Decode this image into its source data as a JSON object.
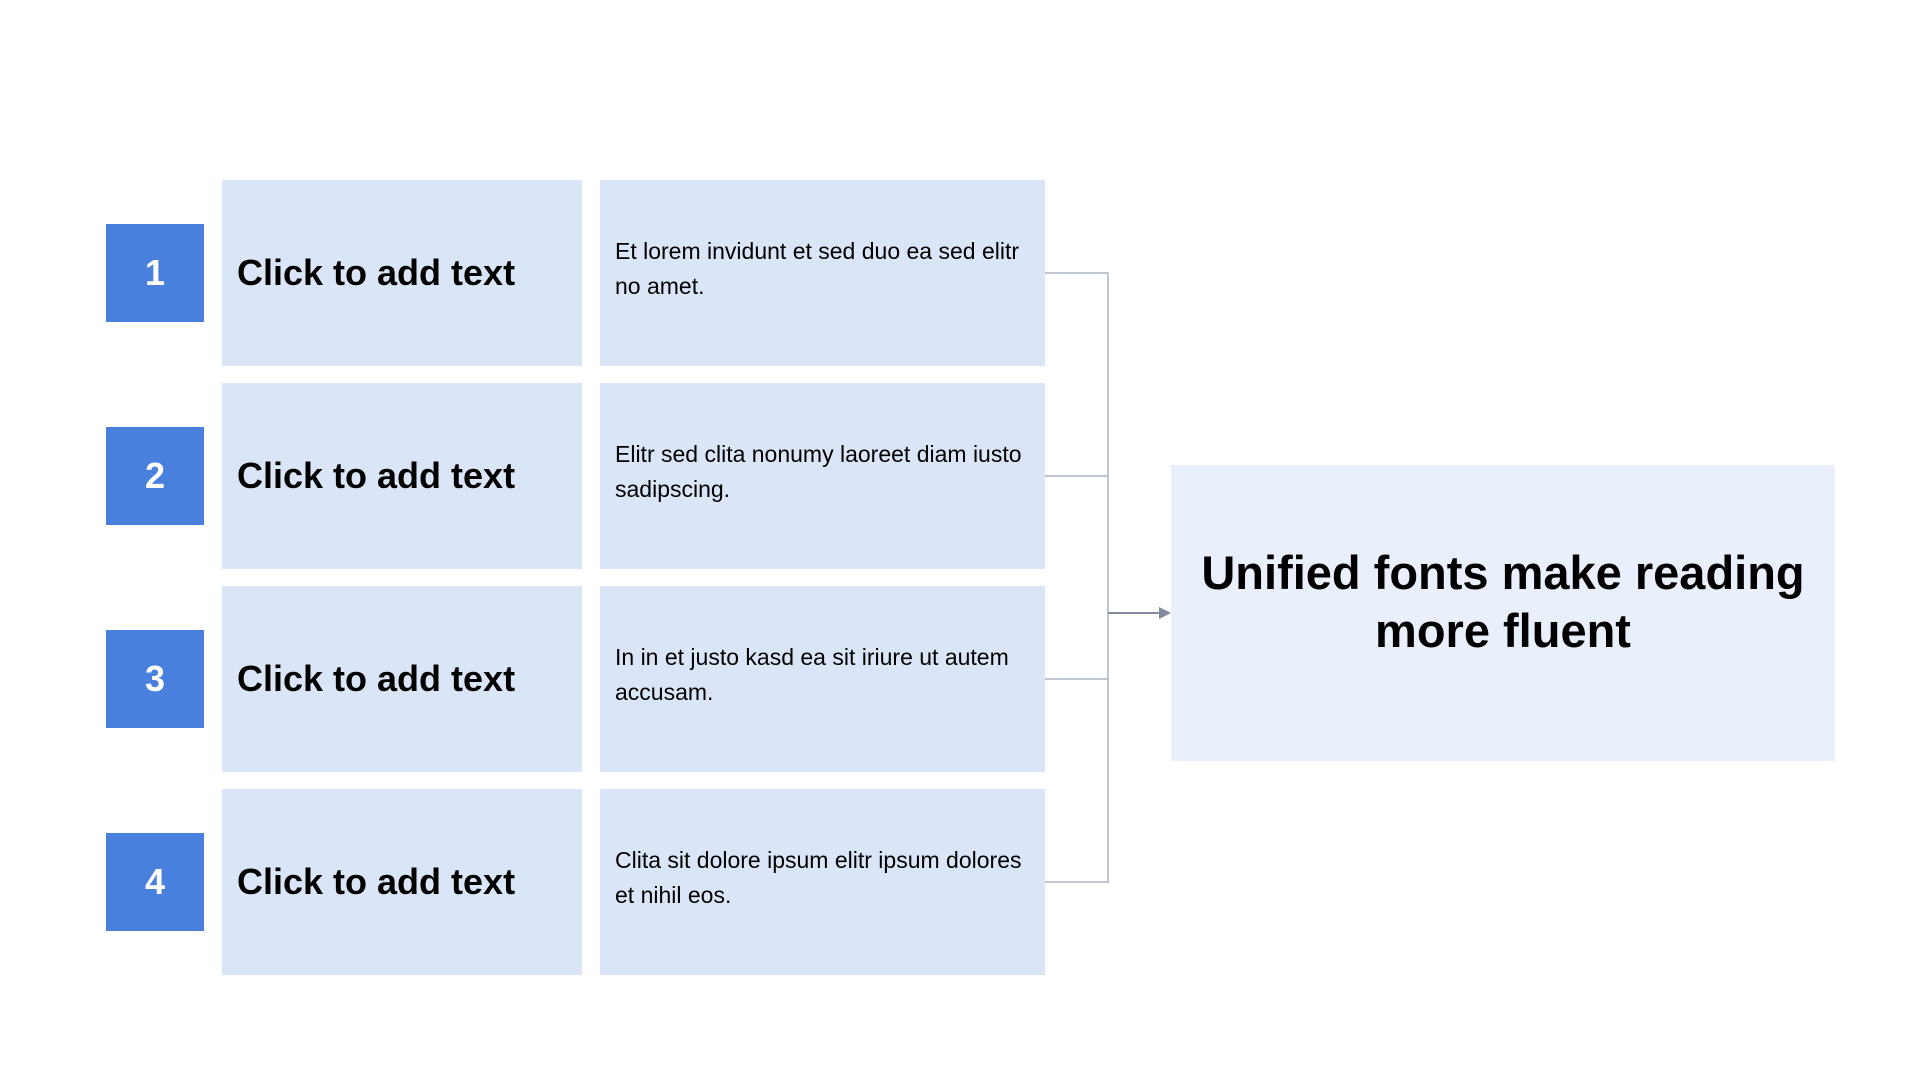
{
  "items": [
    {
      "number": "1",
      "title": "Click to add text",
      "description": "Et lorem invidunt et sed duo ea sed elitr no amet."
    },
    {
      "number": "2",
      "title": "Click to add text",
      "description": "Elitr sed clita nonumy laoreet diam iusto sadipscing."
    },
    {
      "number": "3",
      "title": "Click to add text",
      "description": "In in et justo kasd ea sit iriure ut autem accusam."
    },
    {
      "number": "4",
      "title": "Click to add text",
      "description": "Clita sit dolore ipsum elitr ipsum dolores et nihil eos."
    }
  ],
  "result": {
    "text": "Unified fonts make reading more fluent"
  },
  "colors": {
    "number_box": "#4a80dd",
    "item_box": "#dae6f7",
    "result_box": "#eaf0fb",
    "connector": "#aab4c4",
    "arrow": "#7f8a9e"
  }
}
